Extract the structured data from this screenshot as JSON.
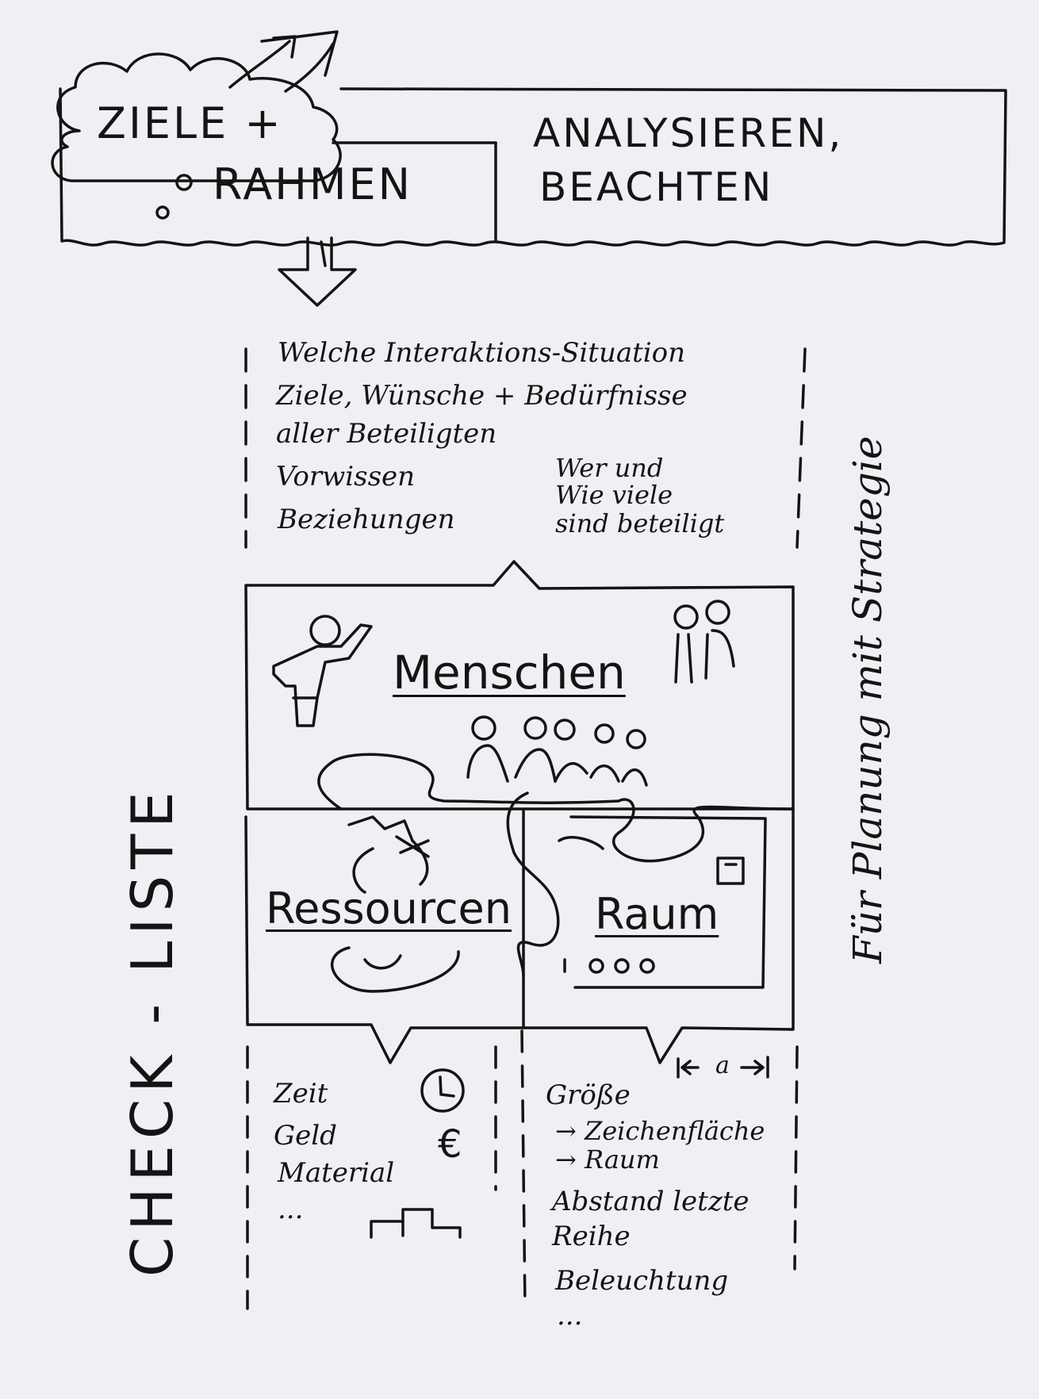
{
  "header": {
    "title_line1": "ZIELE +",
    "title_line2": "RAHMEN",
    "action_line1": "ANALYSIEREN,",
    "action_line2": "BEACHTEN"
  },
  "side": {
    "left_label": "CHECK - LISTE",
    "right_label": "Für Planung mit Strategie"
  },
  "top_list": {
    "line1": "Welche Interaktions-Situation",
    "line2": "Ziele, Wünsche + Bedürfnisse",
    "line3": "aller Beteiligten",
    "col_left": [
      "Vorwissen",
      "Beziehungen"
    ],
    "col_right": [
      "Wer und",
      "Wie viele",
      "sind beteiligt"
    ]
  },
  "puzzle": {
    "people": "Menschen",
    "resources": "Ressourcen",
    "room": "Raum"
  },
  "resources_list": [
    "Zeit",
    "Geld",
    "Material",
    "..."
  ],
  "room_list": {
    "size": "Größe",
    "size_sub": [
      "→ Zeichenfläche",
      "→ Raum"
    ],
    "distance": [
      "Abstand letzte",
      "Reihe"
    ],
    "lighting": "Beleuchtung",
    "more": "...",
    "distance_marker": "a"
  },
  "icons": {
    "clock": "clock-icon",
    "euro": "€",
    "material": "blocks-icon",
    "person_presenting": "presenter-icon",
    "people_pair": "pair-icon",
    "group": "group-icon",
    "money_bag": "money-bag-icon",
    "window": "window-icon"
  }
}
